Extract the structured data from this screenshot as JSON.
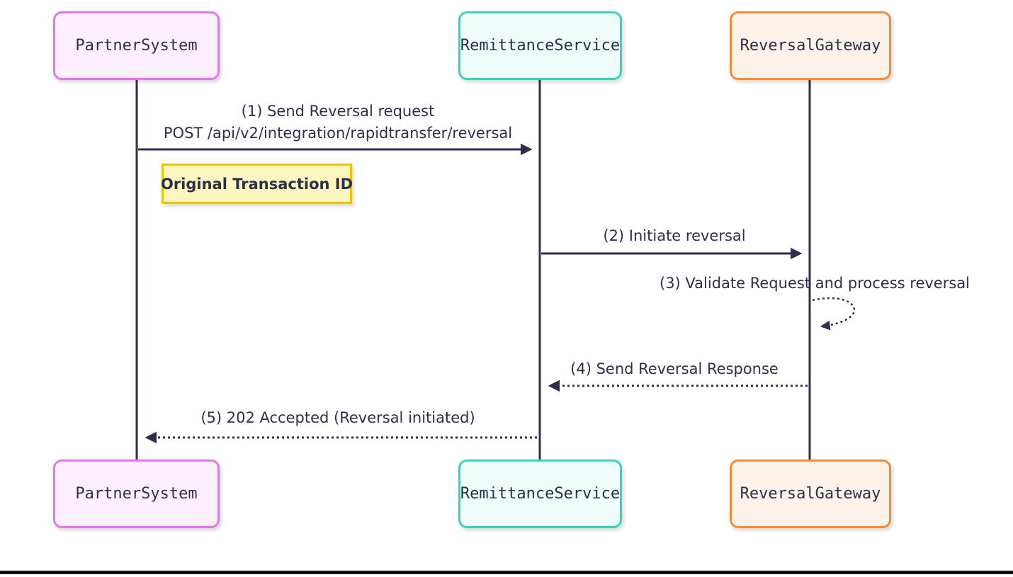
{
  "diagram": {
    "kind": "sequence-diagram",
    "actors": [
      {
        "label": "PartnerSystem",
        "border_color": "#e673f2",
        "fill_color": "#fcf0fe"
      },
      {
        "label": "RemittanceService",
        "border_color": "#35d4be",
        "fill_color": "#eefcfa"
      },
      {
        "label": "ReversalGateway",
        "border_color": "#f68b33",
        "fill_color": "#fdf2e7"
      }
    ],
    "messages": [
      {
        "seq": "1",
        "from": "PartnerSystem",
        "to": "RemittanceService",
        "line_style": "solid",
        "label": "(1) Send Reversal request",
        "label2": "POST /api/v2/integration/rapidtransfer/reversal"
      },
      {
        "seq": "2",
        "from": "RemittanceService",
        "to": "ReversalGateway",
        "line_style": "solid",
        "label": "(2) Initiate reversal"
      },
      {
        "seq": "3",
        "from": "ReversalGateway",
        "to": "ReversalGateway",
        "line_style": "dashed-self-loop",
        "label": "(3) Validate Request and process reversal"
      },
      {
        "seq": "4",
        "from": "ReversalGateway",
        "to": "RemittanceService",
        "line_style": "dashed",
        "label": "(4) Send Reversal Response"
      },
      {
        "seq": "5",
        "from": "RemittanceService",
        "to": "PartnerSystem",
        "line_style": "dashed",
        "label": "(5) 202 Accepted (Reversal initiated)"
      }
    ],
    "note": {
      "attached_to": "PartnerSystem",
      "label": "Original Transaction ID",
      "border_color": "#f2c200",
      "fill_color": "#fcf7be"
    },
    "colors": {
      "background": "#ffffff",
      "line": "#2e2e4d",
      "text": "#2e2e4d",
      "bottom_rule": "#111116"
    }
  }
}
